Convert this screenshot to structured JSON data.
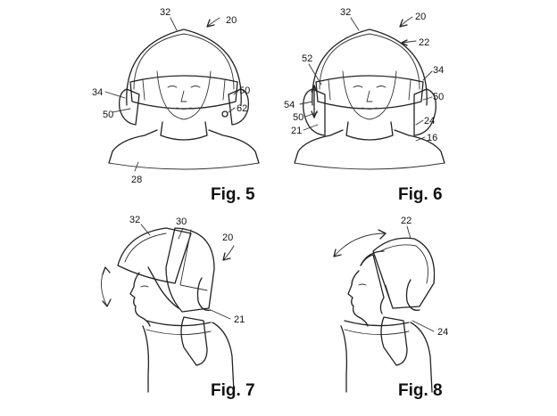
{
  "figures": [
    {
      "caption": "Fig. 5",
      "refs": [
        "32",
        "20",
        "34",
        "50",
        "50",
        "62",
        "28"
      ]
    },
    {
      "caption": "Fig. 6",
      "refs": [
        "32",
        "20",
        "22",
        "52",
        "34",
        "54",
        "50",
        "50",
        "24",
        "21",
        "16"
      ]
    },
    {
      "caption": "Fig. 7",
      "refs": [
        "32",
        "30",
        "20",
        "21"
      ]
    },
    {
      "caption": "Fig. 8",
      "refs": [
        "22",
        "24"
      ]
    }
  ]
}
